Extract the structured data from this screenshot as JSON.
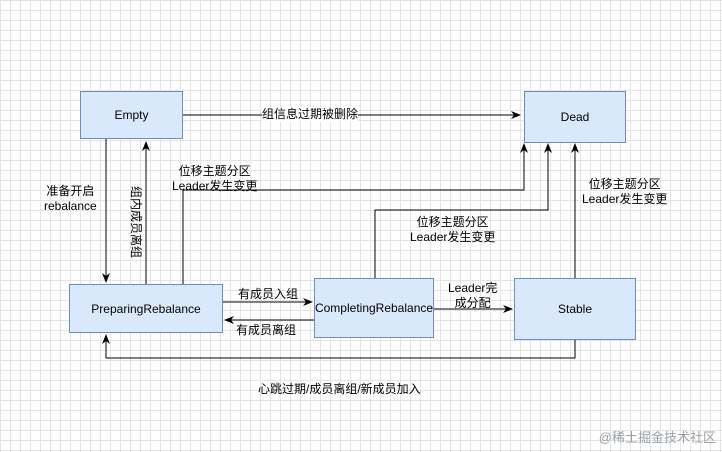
{
  "nodes": {
    "empty": "Empty",
    "dead": "Dead",
    "preparing": "PreparingRebalance",
    "completing": "CompletingRebalance",
    "stable": "Stable"
  },
  "edges": {
    "empty_to_dead": "组信息过期被删除",
    "empty_to_preparing": [
      "准备开启",
      "rebalance"
    ],
    "preparing_to_empty": "组内成员离组",
    "preparing_to_dead": [
      "位移主题分区",
      "Leader发生变更"
    ],
    "completing_to_dead": [
      "位移主题分区",
      "Leader发生变更"
    ],
    "stable_to_dead": [
      "位移主题分区",
      "Leader发生变更"
    ],
    "preparing_to_completing": "有成员入组",
    "completing_to_preparing": "有成员离组",
    "completing_to_stable": [
      "Leader完",
      "成分配"
    ],
    "stable_to_preparing": "心跳过期/成员离组/新成员加入"
  },
  "watermark": "@稀土掘金技术社区",
  "colors": {
    "node_fill": "#dae8fc",
    "node_stroke": "#6c8ebf",
    "edge": "#000000"
  }
}
